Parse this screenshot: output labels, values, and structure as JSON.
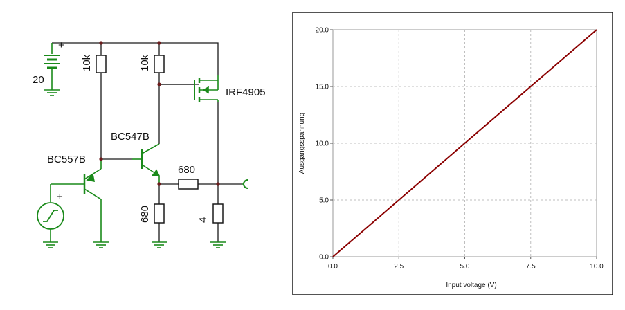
{
  "schematic": {
    "battery_voltage": "20",
    "battery_plus": "+",
    "r_top_left": "10k",
    "r_top_right": "10k",
    "mosfet": "IRF4905",
    "q_npn": "BC547B",
    "q_pnp": "BC557B",
    "r_series": "680",
    "r_emitter": "680",
    "r_load": "4",
    "source_plus": "+"
  },
  "colors": {
    "wire": "#1a1a1a",
    "component": "#1a8a1a",
    "node": "#6b1b1b",
    "trace": "#8b0000",
    "grid": "#bfbfbf"
  },
  "chart_data": {
    "type": "line",
    "xlabel": "Input voltage (V)",
    "ylabel": "Ausgangsspannung",
    "xlim": [
      0,
      10
    ],
    "ylim": [
      0,
      20
    ],
    "x_ticks": [
      "0.0",
      "2.5",
      "5.0",
      "7.5",
      "10.0"
    ],
    "y_ticks": [
      "0.0",
      "5.0",
      "10.0",
      "15.0",
      "20.0"
    ],
    "grid": true,
    "series": [
      {
        "x": [
          0,
          2.5,
          5,
          7.5,
          10
        ],
        "y": [
          0,
          5,
          10,
          15,
          20
        ]
      }
    ]
  }
}
